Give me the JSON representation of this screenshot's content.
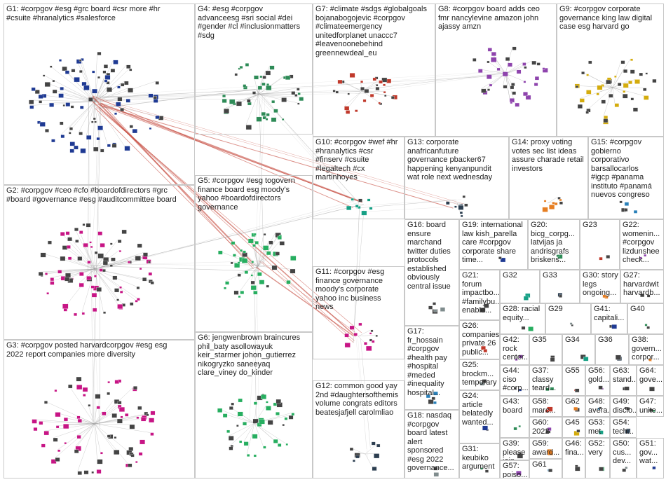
{
  "groups": [
    {
      "id": "G1",
      "label": "G1: #corpgov #esg #grc board #csr more #hr\n#csuite #hranalytics #salesforce"
    },
    {
      "id": "G4",
      "label": "G4: #esg #corpgov\nadvanceesg #sri social #dei\n#gender #cl #inclusionmatters\n#sdg"
    },
    {
      "id": "G7",
      "label": "G7: #climate #sdgs #globalgoals\nbojanabogojevic #corpgov\n#climateemergency\nunitedforplanet unaccc7\n#leavenoonebehind\ngreennewdeal_eu"
    },
    {
      "id": "G8",
      "label": "G8: #corpgov board adds ceo\nfmr nancylevine amazon john\najassy amzn"
    },
    {
      "id": "G9",
      "label": "G9: #corpgov corporate\ngovernance king law digital\ncase esg harvard go"
    },
    {
      "id": "G10",
      "label": "G10: #corpgov #wef #hr\n#hranalytics #csr\n#finserv #csuite\n#legaltech #cx\nmartinhoyes"
    },
    {
      "id": "G13",
      "label": "G13: corporate\nanafricanfuture\ngovernance pbacker67\nhappening kenyanpundit\nwat role next wednesday"
    },
    {
      "id": "G14",
      "label": "G14: proxy voting\nvotes sec list ideas\nassure charade retail\ninvestors"
    },
    {
      "id": "G15",
      "label": "G15: #corpgov\ngobierno\ncorporativo\nbarsallocarlos\n#igcp #panama\ninstituto #panamá\nnuevos congreso"
    },
    {
      "id": "G2",
      "label": "G2: #corpgov #ceo #cfo #boardofdirectors #grc\n#board #governance #esg #auditcommittee board"
    },
    {
      "id": "G5",
      "label": "G5: #corpgov #esg togovern\nfinance board esg moody's\nyahoo #boardofdirectors\ngovernance"
    },
    {
      "id": "G16",
      "label": "G16: board\nensure\nmarchand\ntwitter duties\nprotocols\nestablished\nobviously\ncentral issue"
    },
    {
      "id": "G19",
      "label": "G19: international\nlaw kish_parella\ncare #corpgov\ncorporate share\ntime..."
    },
    {
      "id": "G20",
      "label": "G20:\nbicg_corpg...\nlatvijas ja\nandrisgrafs\nbriskens..."
    },
    {
      "id": "G23",
      "label": "G23"
    },
    {
      "id": "G22",
      "label": "G22:\nwomenin...\n#corpgov\nlizdunshee\ncheck..."
    },
    {
      "id": "G21",
      "label": "G21:\nforum\nimpactbo...\n#familybu...\nenable..."
    },
    {
      "id": "G32",
      "label": "G32"
    },
    {
      "id": "G33",
      "label": "G33"
    },
    {
      "id": "G30",
      "label": "G30: story\nlegs\nongoing..."
    },
    {
      "id": "G27",
      "label": "G27:\nharvardwit\nharvardb..."
    },
    {
      "id": "G11",
      "label": "G11: #corpgov #esg\nfinance governance\nmoody's corporate\nyahoo inc business\nnews"
    },
    {
      "id": "G28",
      "label": "G28: racial\nequity..."
    },
    {
      "id": "G29",
      "label": "G29"
    },
    {
      "id": "G41",
      "label": "G41:\ncapitali..."
    },
    {
      "id": "G40",
      "label": "G40"
    },
    {
      "id": "G26",
      "label": "G26:\ncompanies\nprivate 26\npublic..."
    },
    {
      "id": "G42",
      "label": "G42:\nrock\ncenter..."
    },
    {
      "id": "G35",
      "label": "G35"
    },
    {
      "id": "G34",
      "label": "G34"
    },
    {
      "id": "G36",
      "label": "G36"
    },
    {
      "id": "G38",
      "label": "G38:\ngovern...\ncorpor..."
    },
    {
      "id": "G17",
      "label": "G17:\nfr_hossain\n#corpgov\n#health pay\n#hospital\n#meded\n#inequality\nhospital..."
    },
    {
      "id": "G3",
      "label": "G3: #corpgov posted harvardcorpgov #esg esg\n2022 report companies more diversity"
    },
    {
      "id": "G6",
      "label": "G6: jengwenbrown braincures\nphil_baty asollowayuk\nkeir_starmer johon_gutierrez\nnikogryzko saneeyaq\nclare_viney do_kinder"
    },
    {
      "id": "G25",
      "label": "G25:\nbrockm...\ntemporary"
    },
    {
      "id": "G44",
      "label": "G44:\nciso\n#corp..."
    },
    {
      "id": "G37",
      "label": "G37:\nclassy\nteard..."
    },
    {
      "id": "G55",
      "label": "G55"
    },
    {
      "id": "G56",
      "label": "G56:\ngold..."
    },
    {
      "id": "G63",
      "label": "G63:\nstand..."
    },
    {
      "id": "G64",
      "label": "G64:\ngove..."
    },
    {
      "id": "G12",
      "label": "G12: common good yay\n2nd #daughtersofthemis\nvolume congrats editors\nbeatesjafjell carolmliao"
    },
    {
      "id": "G62",
      "label": "G62"
    },
    {
      "id": "G48",
      "label": "G48:\navera..."
    },
    {
      "id": "G49",
      "label": "G49:\ndisclo..."
    },
    {
      "id": "G47",
      "label": "G47:\nunite..."
    },
    {
      "id": "G18",
      "label": "G18: nasdaq\n#corpgov\nboard latest\nalert\nsponsored\n#esg 2022\ngovernance..."
    },
    {
      "id": "G24",
      "label": "G24:\narticle\nbelatedly\nwanted..."
    },
    {
      "id": "G43",
      "label": "G43:\nboard"
    },
    {
      "id": "G58",
      "label": "G58:\nmarc..."
    },
    {
      "id": "G60",
      "label": "G60:\n2022"
    },
    {
      "id": "G45",
      "label": "G45"
    },
    {
      "id": "G53",
      "label": "G53:\nmet"
    },
    {
      "id": "G54",
      "label": "G54:\ntech..."
    },
    {
      "id": "G59",
      "label": "G59:\naward..."
    },
    {
      "id": "G61",
      "label": "G61"
    },
    {
      "id": "G46",
      "label": "G46:\nfina..."
    },
    {
      "id": "G52",
      "label": "G52:\nvery"
    },
    {
      "id": "G50",
      "label": "G50:\ncus...\ndev..."
    },
    {
      "id": "G51",
      "label": "G51:\ngov...\nwat..."
    },
    {
      "id": "G31",
      "label": "G31:\nkeubiko\nargument"
    },
    {
      "id": "G39",
      "label": "G39:\nplease\njoin..."
    },
    {
      "id": "G57",
      "label": "G57:\npoiso..."
    }
  ],
  "colors": {
    "border": "#c8c8c8",
    "edge": "#999999",
    "edge_strong": "#c0392b",
    "node_palette": [
      "#1f3a93",
      "#2e8b57",
      "#c0392b",
      "#8e44ad",
      "#d4ac0d",
      "#16a085",
      "#2c3e50",
      "#e67e22",
      "#2980b9",
      "#c71585",
      "#27ae60",
      "#7f8c8d"
    ]
  }
}
